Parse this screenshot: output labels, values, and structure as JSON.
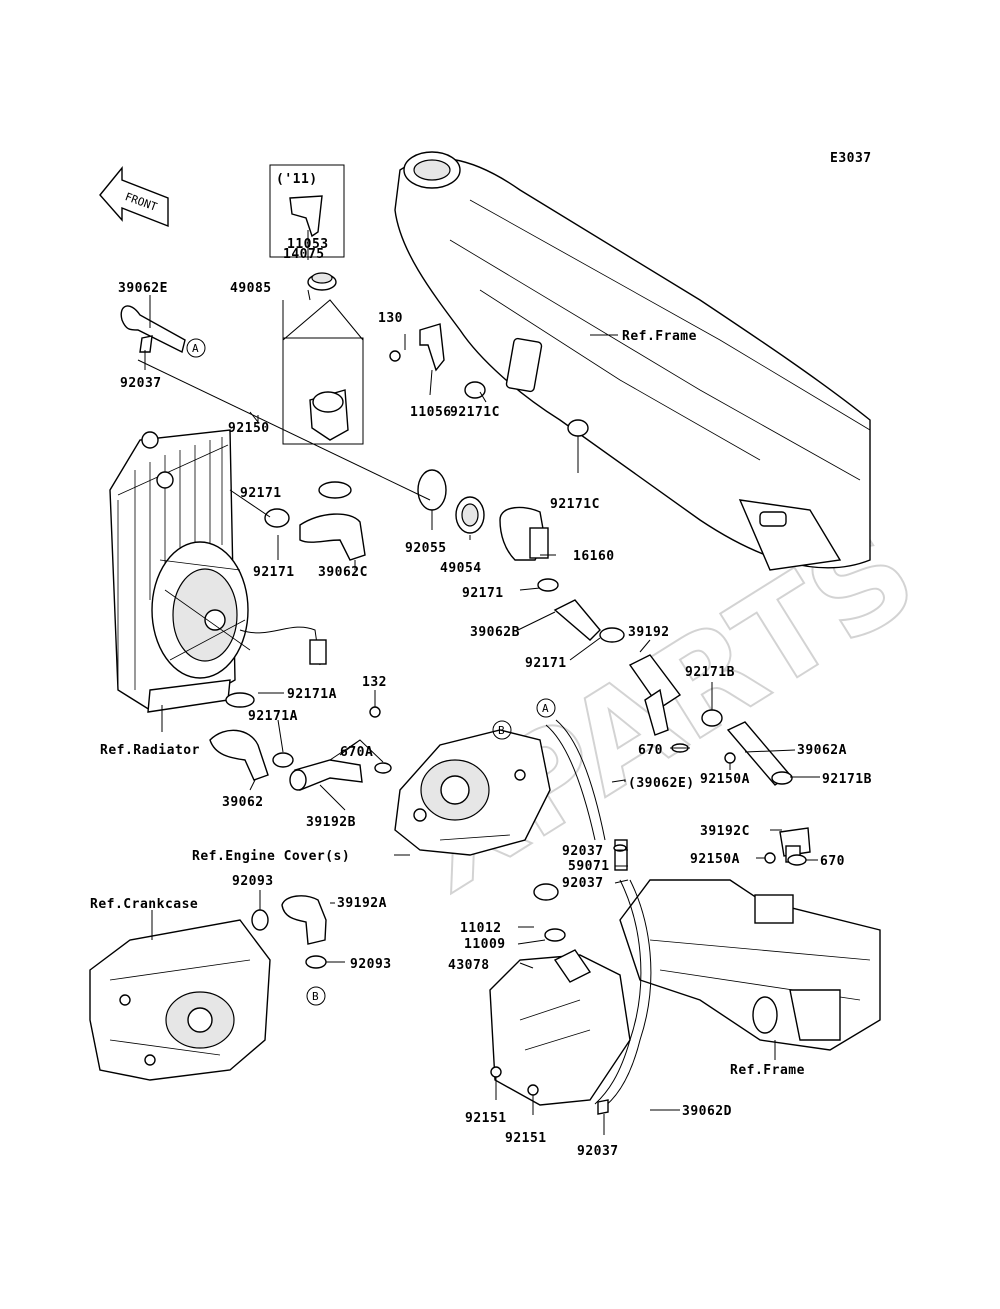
{
  "diagram_code": "E3037",
  "front_label": "FRONT",
  "watermark": "XPARTS",
  "box_label": "('11)",
  "labels": {
    "p39062E": "39062E",
    "p92037a": "92037",
    "p14075": "14075",
    "p11053": "11053",
    "p49085": "49085",
    "p130": "130",
    "p11056": "11056",
    "p92171Ca": "92171C",
    "p92171Cb": "92171C",
    "p92150": "92150",
    "p92171a": "92171",
    "p92171b": "92171",
    "p92055": "92055",
    "p49054": "49054",
    "p39062C": "39062C",
    "p16160": "16160",
    "p92171c": "92171",
    "p39062B": "39062B",
    "p39192": "39192",
    "p92171d": "92171",
    "p92171B": "92171B",
    "p132": "132",
    "p92171A1": "92171A",
    "p92171A2": "92171A",
    "p670A": "670A",
    "p670a": "670",
    "p39062A": "39062A",
    "p39062E2": "(39062E)",
    "p92150A1": "92150A",
    "p92171B2": "92171B",
    "p39192C": "39192C",
    "p92150A2": "92150A",
    "p670b": "670",
    "p39062": "39062",
    "p39192B": "39192B",
    "p92037b": "92037",
    "p59071": "59071",
    "p92037c": "92037",
    "p92093a": "92093",
    "p39192A": "39192A",
    "p92093b": "92093",
    "p11012": "11012",
    "p11009": "11009",
    "p43078": "43078",
    "p92151a": "92151",
    "p92151b": "92151",
    "p92037d": "92037",
    "p39062D": "39062D",
    "refFrame1": "Ref.Frame",
    "refFrame2": "Ref.Frame",
    "refRadiator": "Ref.Radiator",
    "refEngineCover": "Ref.Engine Cover(s)",
    "refCrankcase": "Ref.Crankcase"
  },
  "callouts": {
    "a1": "A",
    "a2": "A",
    "b1": "B",
    "b2": "B"
  }
}
